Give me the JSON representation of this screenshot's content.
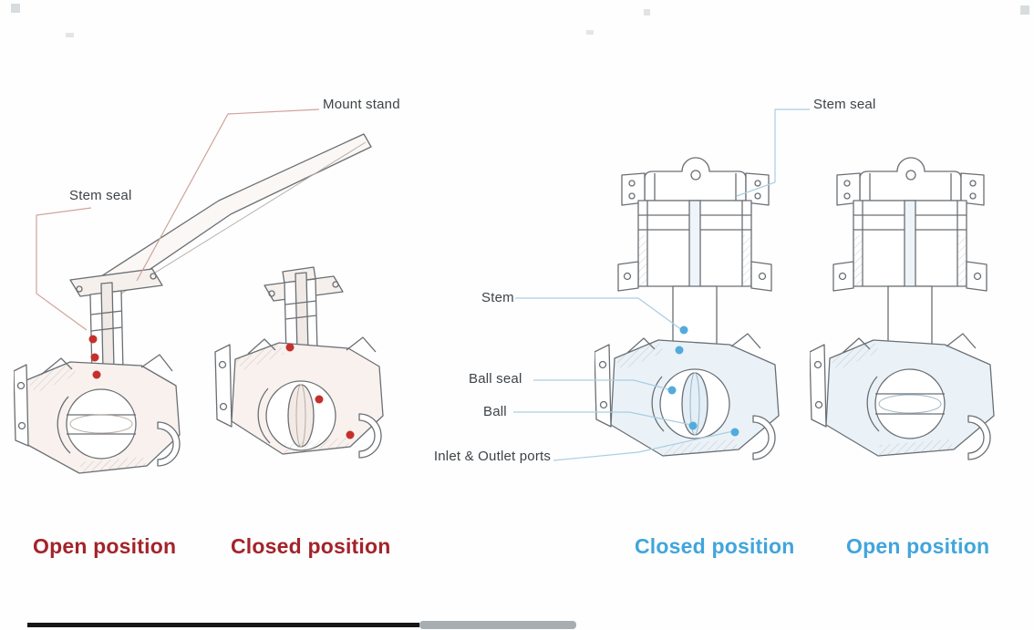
{
  "diagram": {
    "type": "technical-illustration",
    "subject": "Ball valve cross-sections shown in open and closed positions (manual lever valve and actuated valve)",
    "annotations": {
      "mount_stand": "Mount stand",
      "stem_seal_left": "Stem seal",
      "stem_seal_right": "Stem seal",
      "stem": "Stem",
      "ball_seal": "Ball seal",
      "ball": "Ball",
      "inlet_outlet_ports": "Inlet & Outlet ports"
    },
    "captions": {
      "manual_open": "Open position",
      "manual_closed": "Closed position",
      "actuated_closed": "Closed position",
      "actuated_open": "Open position"
    },
    "colors": {
      "manual_caption": "#a4232a",
      "actuated_caption": "#41a5dc",
      "manual_marker": "#c5302c",
      "actuated_marker": "#53abdd",
      "leader_left": "#cfa39b",
      "leader_right": "#aacde2",
      "line_art": "#6a6f74"
    }
  }
}
